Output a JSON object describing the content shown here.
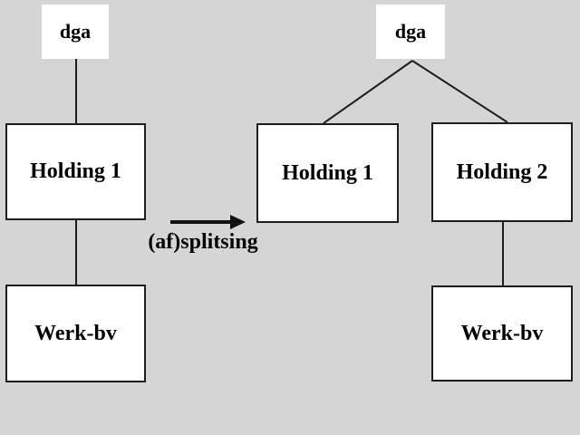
{
  "diagram": {
    "description_label": "(af)splitsing",
    "colors": {
      "background": "#d5d5d5",
      "box_fill": "#ffffff",
      "box_border": "#1d1d1d",
      "connector": "#1d1d1d",
      "arrow": "#111111",
      "text": "#000000"
    },
    "left_tree": {
      "dga": "dga",
      "holding1": "Holding 1",
      "werkbv": "Werk-bv"
    },
    "right_tree": {
      "dga": "dga",
      "holding1": "Holding 1",
      "holding2": "Holding 2",
      "werkbv": "Werk-bv"
    }
  }
}
